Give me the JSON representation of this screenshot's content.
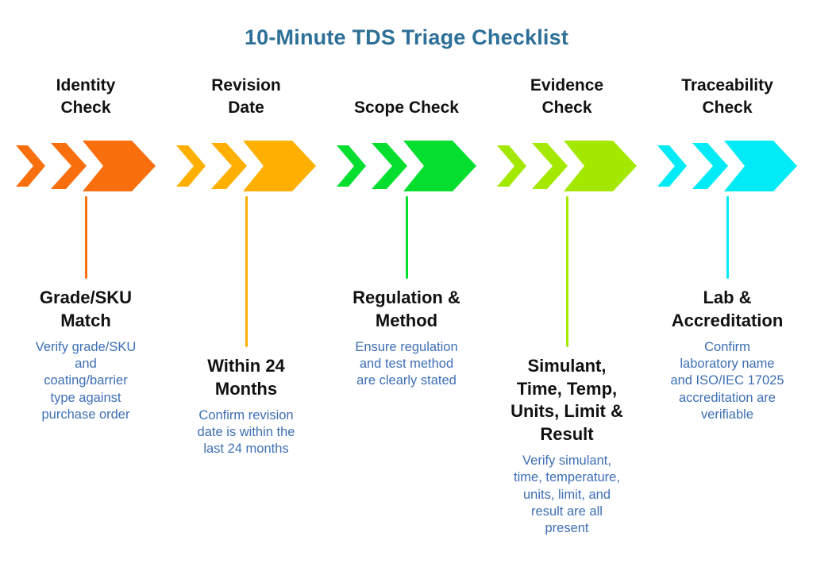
{
  "title": "10-Minute TDS Triage Checklist",
  "colors": {
    "title": "#2D6F97",
    "heading": "#111111",
    "body_text": "#3D6FB5",
    "background": "#FFFFFF",
    "step_colors": [
      "#F96E0D",
      "#FFAF00",
      "#04DF2F",
      "#A4E800",
      "#00EBF5"
    ]
  },
  "columns": [
    {
      "id": "identity-check",
      "header": [
        "Identity",
        "Check"
      ],
      "color": "#F96E0D",
      "subtitle": [
        "Grade/SKU",
        "Match"
      ],
      "description": [
        "Verify grade/SKU",
        "and",
        "coating/barrier",
        "type against",
        "purchase order"
      ]
    },
    {
      "id": "revision-date",
      "header": [
        "Revision",
        "Date"
      ],
      "color": "#FFAF00",
      "subtitle": [
        "Within 24",
        "Months"
      ],
      "description": [
        "Confirm revision",
        "date is within the",
        "last 24 months"
      ]
    },
    {
      "id": "scope-check",
      "header": [
        "Scope Check"
      ],
      "color": "#04DF2F",
      "subtitle": [
        "Regulation &",
        "Method"
      ],
      "description": [
        "Ensure regulation",
        "and test method",
        "are clearly stated"
      ]
    },
    {
      "id": "evidence-check",
      "header": [
        "Evidence",
        "Check"
      ],
      "color": "#A4E800",
      "subtitle": [
        "Simulant,",
        "Time, Temp,",
        "Units, Limit &",
        "Result"
      ],
      "description": [
        "Verify simulant,",
        "time, temperature,",
        "units, limit, and",
        "result are all",
        "present"
      ]
    },
    {
      "id": "traceability-check",
      "header": [
        "Traceability",
        "Check"
      ],
      "color": "#00EBF5",
      "subtitle": [
        "Lab &",
        "Accreditation"
      ],
      "description": [
        "Confirm",
        "laboratory name",
        "and ISO/IEC 17025",
        "accreditation are",
        "verifiable"
      ]
    }
  ]
}
